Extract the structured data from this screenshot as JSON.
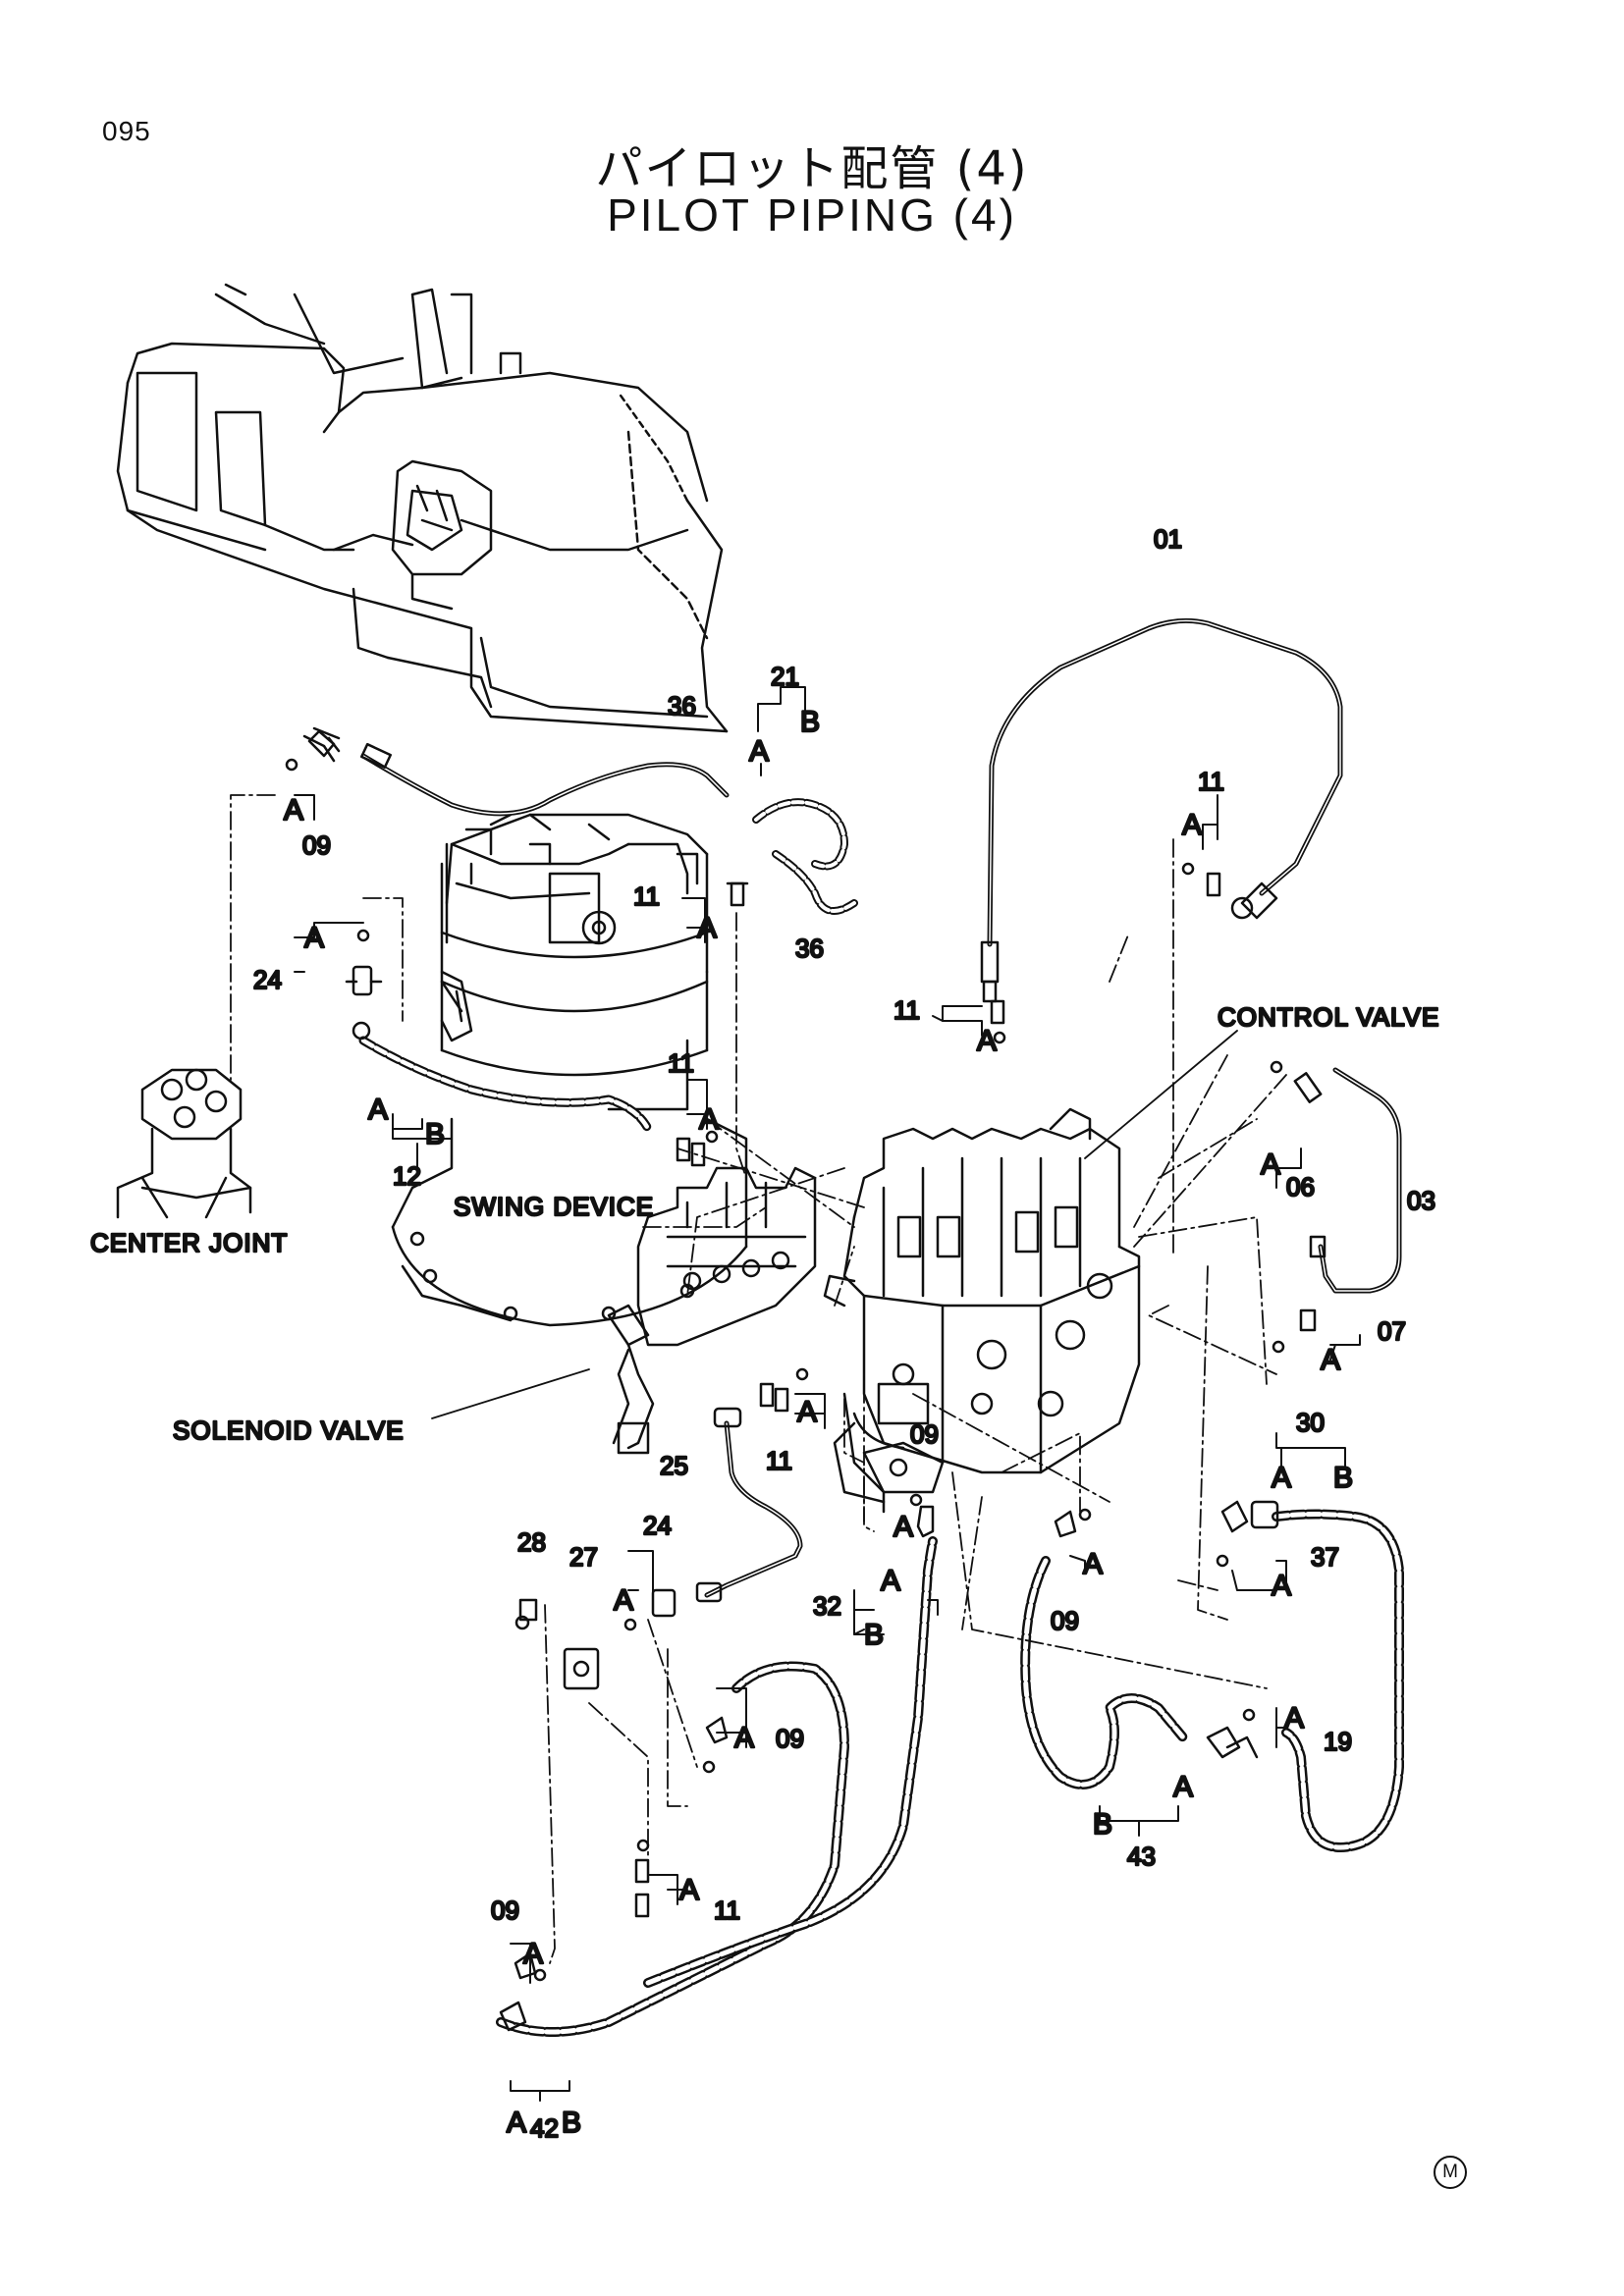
{
  "header": {
    "page_number": "095",
    "title_ja": "パイロット配管 (4)",
    "title_en": "PILOT PIPING (4)"
  },
  "components": {
    "center_joint": "CENTER JOINT",
    "swing_device": "SWING DEVICE",
    "solenoid_valve": "SOLENOID VALVE",
    "control_valve": "CONTROL VALVE"
  },
  "part_numbers": {
    "p01": "01",
    "p03": "03",
    "p06": "06",
    "p07": "07",
    "p09": "09",
    "p11": "11",
    "p12": "12",
    "p19": "19",
    "p21": "21",
    "p24": "24",
    "p25": "25",
    "p27": "27",
    "p28": "28",
    "p30": "30",
    "p32": "32",
    "p36": "36",
    "p37": "37",
    "p42": "42",
    "p43": "43"
  },
  "port_labels": {
    "a": "A",
    "b": "B"
  },
  "footer": {
    "mark": "M"
  }
}
